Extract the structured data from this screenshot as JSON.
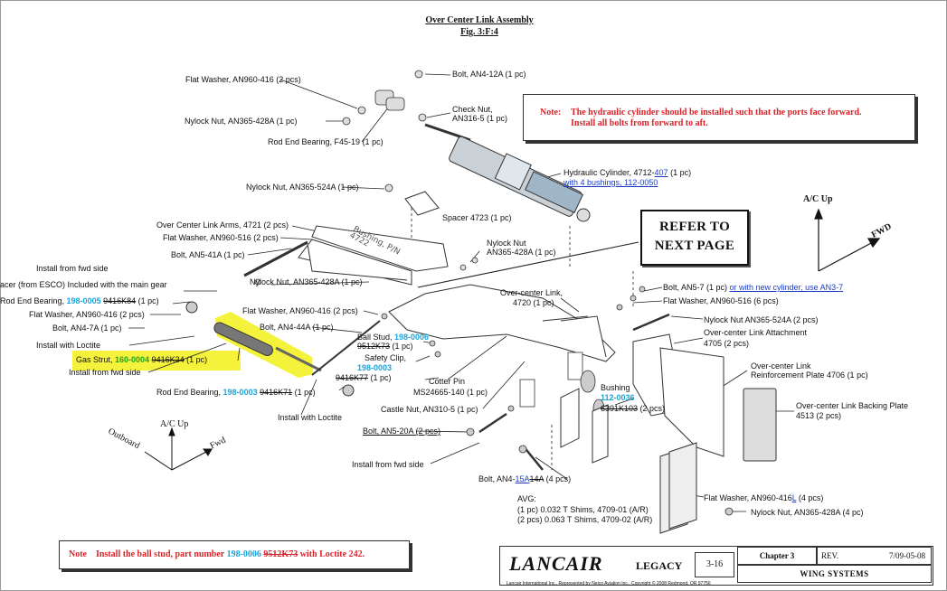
{
  "title": {
    "line1": "Over Center Link Assembly",
    "line2": "Fig. 3:F:4"
  },
  "note_top": {
    "prefix": "Note:",
    "line1": "The hydraulic cylinder should be installed such that the ports face forward.",
    "line2": "Install all bolts from forward to aft."
  },
  "refer": {
    "line1": "REFER TO",
    "line2": "NEXT PAGE"
  },
  "axes_right": {
    "up": "A/C Up",
    "fwd": "FWD"
  },
  "axes_left": {
    "up": "A/C Up",
    "outboard": "Outboard",
    "fwd": "Fwd"
  },
  "labels": {
    "bolt_an4_12a": "Bolt, AN4-12A (1 pc)",
    "flat_washer_an960_416_top": "Flat Washer, AN960-416 (2 pcs)",
    "nylock_an365_428a_top": "Nylock Nut, AN365-428A (1 pc)",
    "check_nut": "Check Nut,",
    "check_nut_2": "AN316-5 (1 pc)",
    "rod_end_f45": "Rod End Bearing, F45-19 (1 pc)",
    "hyd_cyl": "Hydraulic Cylinder, 4712-",
    "hyd_cyl_link": "407",
    "hyd_cyl_tail": " (1 pc)",
    "hyd_cyl_line2": "with 4 bushings, 112-0050",
    "nylock_524a_top": "Nylock Nut, AN365-524A (1 pc)",
    "spacer_4723": "Spacer 4723 (1 pc)",
    "oc_link_arms": "Over Center Link Arms, 4721 (2 pcs)",
    "flat_washer_516": "Flat Washer, AN960-516 (2 pcs)",
    "bolt_an5_41a": "Bolt, AN5-41A (1 pc)",
    "install_fwd_1": "Install from fwd side",
    "nylock_428a_mid": "Nylock Nut, AN365-428A (1 pc)",
    "nylock_428a_right_1": "Nylock Nut",
    "nylock_428a_right_2": "AN365-428A (1 pc)",
    "spacer_esco": "acer (from ESCO) Included with the main gear",
    "rod_end_198_0005_a": "Rod End Bearing, ",
    "rod_end_198_0005_pn": "198-0005",
    "rod_end_198_0005_old": "9416K84",
    "rod_end_198_0005_tail": " (1 pc)",
    "flat_washer_416_left": "Flat Washer, AN960-416 (2 pcs)",
    "bolt_an4_7a": "Bolt, AN4-7A (1 pc)",
    "install_loctite_1": "Install with Loctite",
    "gas_strut_a": "Gas Strut, ",
    "gas_strut_pn": "160-0004",
    "gas_strut_old": "9416K24",
    "gas_strut_tail": " (1 pc)",
    "install_fwd_2": "Install from fwd side",
    "flat_washer_416_mid": "Flat Washer, AN960-416 (2 pcs)",
    "bolt_an4_44a": "Bolt, AN4-44A (1 pc)",
    "ball_stud_a": "Ball Stud, ",
    "ball_stud_pn": "198-0006",
    "ball_stud_old": "9512K73",
    "ball_stud_tail": " (1 pc)",
    "safety_clip_a": "Safety Clip,",
    "safety_clip_pn": "198-0003",
    "safety_clip_old": "9416K77",
    "safety_clip_tail": " (1 pc)",
    "rod_end_198_0003_a": "Rod End Bearing, ",
    "rod_end_198_0003_pn": "198-0003",
    "rod_end_198_0003_old": "9416K71",
    "rod_end_198_0003_tail": " (1 pc)",
    "install_loctite_2": "Install with Loctite",
    "cotter_pin_1": "Cotter Pin",
    "cotter_pin_2": "MS24665-140 (1 pc)",
    "castle_nut": "Castle Nut, AN310-5  (1 pc)",
    "oc_link_1": "Over-center Link,",
    "oc_link_2": "4720 (1 pc)",
    "bolt_an5_7": "Bolt, AN5-7 (1 pc) ",
    "bolt_an5_7_link": "or with new cylinder, use AN3-7",
    "flat_washer_516_6": "Flat Washer, AN960-516 (6 pcs)",
    "nylock_524a_2": "Nylock Nut AN365-524A (2 pcs)",
    "oc_attach_1": "Over-center Link Attachment",
    "oc_attach_2": "4705 (2 pcs)",
    "oc_reinf_1": "Over-center Link",
    "oc_reinf_2": "Reinforcement Plate 4706 (1 pc)",
    "oc_backing_1": "Over-center Link Backing Plate",
    "oc_backing_2": "4513 (2 pcs)",
    "bushing_a": "Bushing",
    "bushing_pn": "112-0036",
    "bushing_old": "6391K103",
    "bushing_tail": " (2 pcs)",
    "bolt_an5_20a": "Bolt, AN5-20A (2 pcs)",
    "install_fwd_3": "Install from fwd side",
    "bolt_an4_a": "Bolt, AN4-",
    "bolt_an4_link": "15A",
    "bolt_an4_old": "14A",
    "bolt_an4_tail": " (4 pcs)",
    "avg": "AVG:",
    "shims_1": "(1 pc)   0.032 T Shims, 4709-01 (A/R)",
    "shims_2": "(2 pcs)  0.063 T Shims, 4709-02 (A/R)",
    "flat_washer_416_4a": "Flat Washer, AN960-416",
    "flat_washer_416_4_link": "L",
    "flat_washer_416_4b": " (4 pcs)",
    "nylock_428a_4": "Nylock Nut, AN365-428A (4 pc)"
  },
  "bushing_pn_text": "Bushing, P/N",
  "bushing_pn_num": "4722",
  "note_bottom": {
    "prefix": "Note",
    "text_a": "Install the ball stud, part number ",
    "pn": "198-0006",
    "old": "9512K73",
    "text_b": " with Loctite 242."
  },
  "title_block": {
    "logo": "LANCAIR",
    "legacy": "LEGACY",
    "page": "3-16",
    "chapter": "Chapter 3",
    "rev": "REV.",
    "date": "7/09-05-08",
    "section": "WING SYSTEMS",
    "footer": "Lancair International Inc., Represented by Neico Aviation Inc., Copyright © 2008 Redmond, OR 97756"
  },
  "colors": {
    "note_red": "#d8232a",
    "highlight": "#f5f23c",
    "pn_blue": "#1aa3d8",
    "pn_green": "#1fa51f",
    "link_blue": "#1a3cc8"
  }
}
